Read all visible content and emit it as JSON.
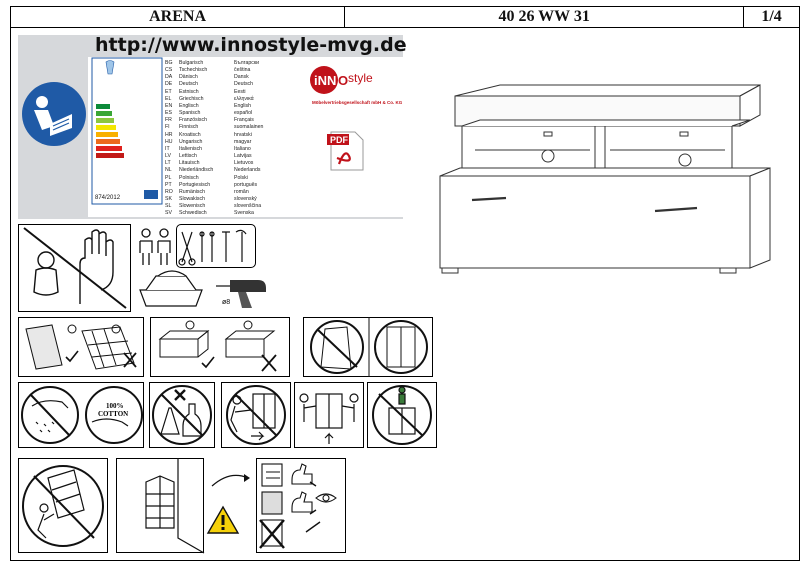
{
  "header": {
    "product": "ARENA",
    "code": "40 26 WW 31",
    "page": "1/4"
  },
  "website": "http://www.innostyle-mvg.de",
  "energy_label": {
    "regulation": "874/2012"
  },
  "brand": {
    "name": "INNOstyle",
    "tagline": "Möbelvertriebsgesellschaft mbH & Co. KG"
  },
  "pdf_label": "PDF",
  "languages": [
    [
      "BG",
      "Bulgarisch",
      "Български"
    ],
    [
      "CS",
      "Tschechisch",
      "čeština"
    ],
    [
      "DA",
      "Dänisch",
      "Dansk"
    ],
    [
      "DE",
      "Deutsch",
      "Deutsch"
    ],
    [
      "ET",
      "Estnisch",
      "Eesti"
    ],
    [
      "EL",
      "Griechisch",
      "ελληνικά"
    ],
    [
      "EN",
      "Englisch",
      "English"
    ],
    [
      "ES",
      "Spanisch",
      "español"
    ],
    [
      "FR",
      "Französisch",
      "Français"
    ],
    [
      "FI",
      "Finnisch",
      "suomalainen"
    ],
    [
      "HR",
      "Kroatisch",
      "hrvatski"
    ],
    [
      "HU",
      "Ungarisch",
      "magyar"
    ],
    [
      "IT",
      "Italienisch",
      "Italiano"
    ],
    [
      "LV",
      "Lettisch",
      "Latvijas"
    ],
    [
      "LT",
      "Litauisch",
      "Lietuvos"
    ],
    [
      "NL",
      "Niederländisch",
      "Nederlands"
    ],
    [
      "PL",
      "Polnisch",
      "Polski"
    ],
    [
      "PT",
      "Portugiesisch",
      "português"
    ],
    [
      "RO",
      "Rumänisch",
      "român"
    ],
    [
      "SK",
      "Slowakisch",
      "slovenský"
    ],
    [
      "SL",
      "Slowenisch",
      "slovenščina"
    ],
    [
      "SV",
      "Schwedisch",
      "Svenska"
    ]
  ],
  "cotton_label": {
    "line1": "100%",
    "line2": "COTTON"
  },
  "drill_size": "ø8"
}
